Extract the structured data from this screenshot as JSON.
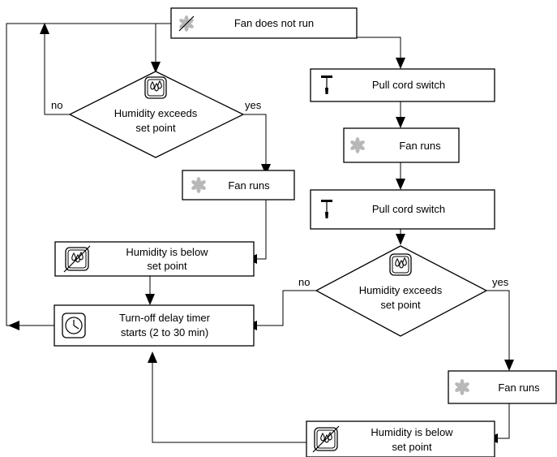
{
  "nodes": {
    "fan_not_run": "Fan does not run",
    "left_decision": [
      "Humidity exceeds",
      "set point"
    ],
    "left_fan_runs": "Fan runs",
    "left_below": [
      "Humidity is below",
      "set point"
    ],
    "timer": [
      "Turn-off delay timer",
      "starts (2 to 30 min)"
    ],
    "pull_cord_1": "Pull cord switch",
    "right_fan_runs_1": "Fan runs",
    "pull_cord_2": "Pull cord switch",
    "right_decision": [
      "Humidity exceeds",
      "set point"
    ],
    "right_fan_runs_2": "Fan runs",
    "right_below": [
      "Humidity is below",
      "set point"
    ]
  },
  "edge_labels": {
    "left_no": "no",
    "left_yes": "yes",
    "right_no": "no",
    "right_yes": "yes"
  },
  "icons": {
    "fan": "fan-icon",
    "fan_off": "fan-off-icon",
    "humidity": "humidity-icon",
    "humidity_off": "humidity-off-icon",
    "pull_cord": "pull-cord-icon",
    "timer": "clock-icon"
  },
  "colors": {
    "fan_icon": "#b8b8b8",
    "line": "#000000"
  }
}
